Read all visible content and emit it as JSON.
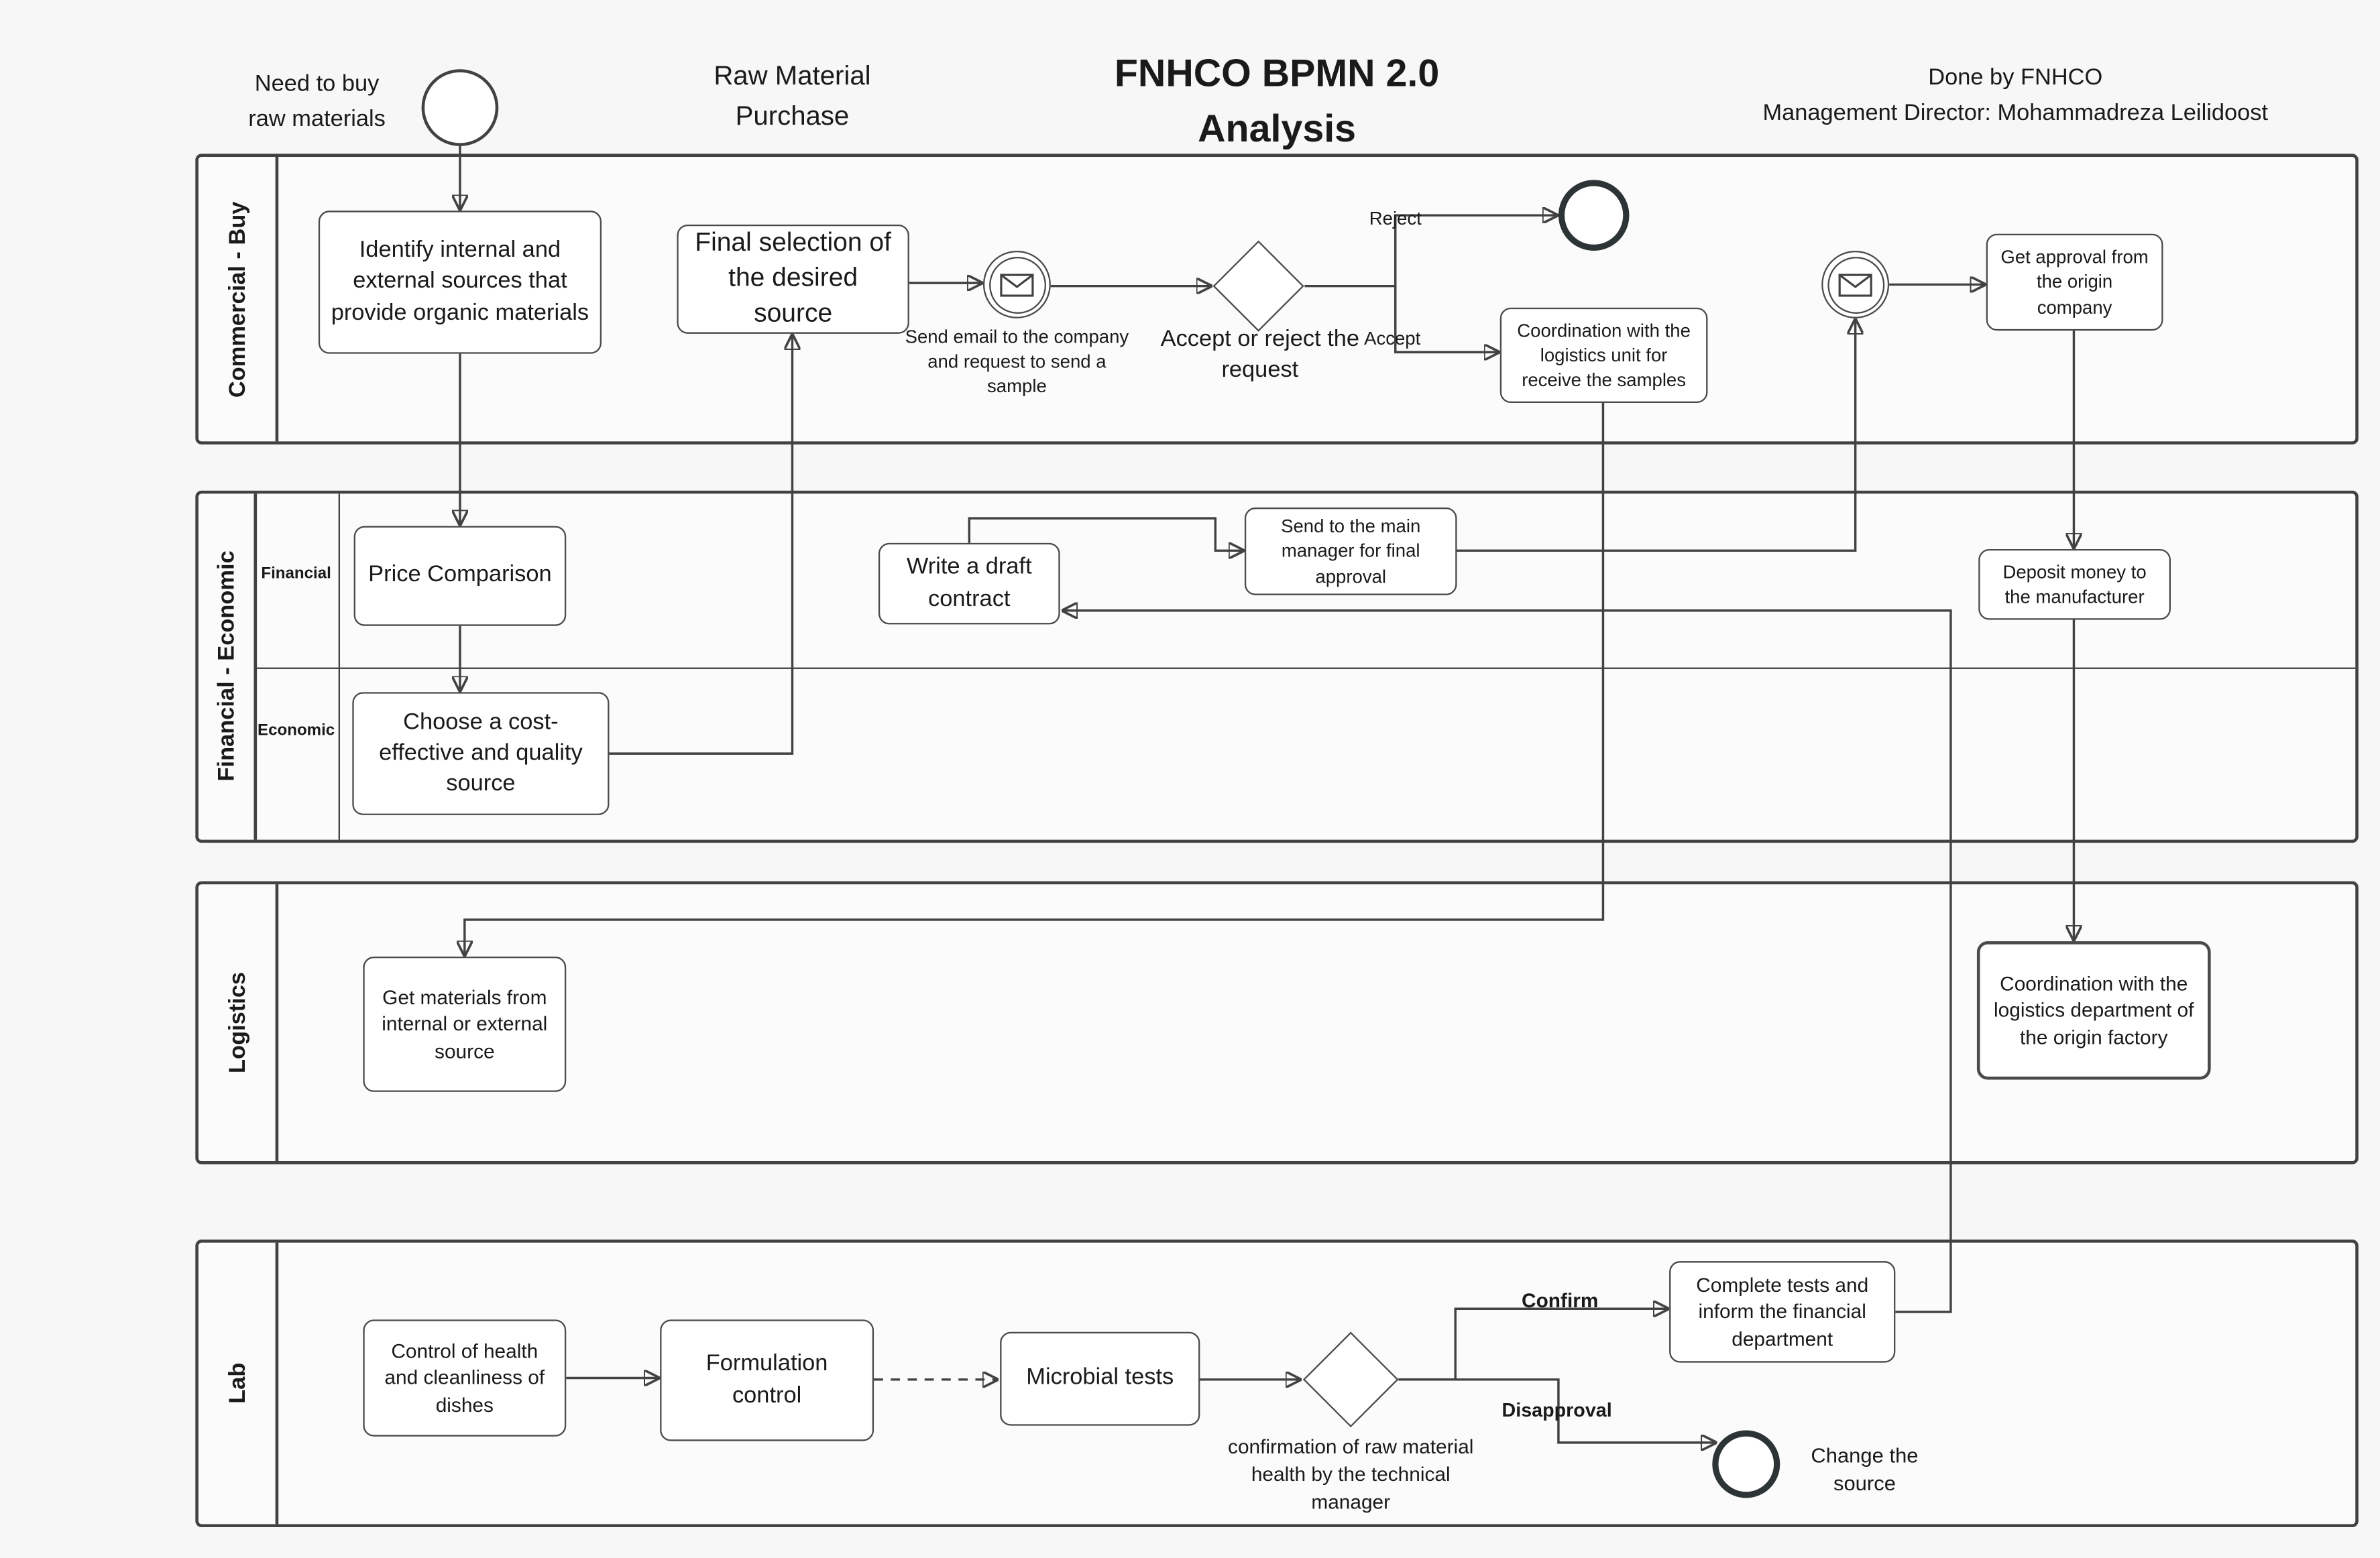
{
  "header": {
    "start_note": "Need to buy\nraw materials",
    "subtitle": "Raw Material\nPurchase",
    "title_line1": "FNHCO BPMN 2.0",
    "title_line2": "Analysis",
    "credit_line1": "Done by FNHCO",
    "credit_line2": "Management Director: Mohammadreza Leilidoost"
  },
  "lanes": {
    "commercial": "Commercial - Buy",
    "financial_economic": "Financial - Economic",
    "financial_sub": "Financial",
    "economic_sub": "Economic",
    "logistics": "Logistics",
    "lab": "Lab"
  },
  "tasks": {
    "identify": "Identify internal and external sources that provide organic materials",
    "final_selection": "Final selection of the desired source",
    "coordination_unit": "Coordination with the logistics unit for receive the samples",
    "get_approval": "Get approval from the origin company",
    "price_comparison": "Price Comparison",
    "write_draft": "Write a draft contract",
    "send_manager": "Send to the main manager for final approval",
    "deposit_money": "Deposit money to the manufacturer",
    "choose_source": "Choose a cost-effective and quality source",
    "get_materials": "Get materials from internal or external source",
    "coordination_dept": "Coordination with the logistics department of the origin factory",
    "control_health": "Control of health and cleanliness of dishes",
    "formulation": "Formulation control",
    "microbial": "Microbial tests",
    "complete_tests": "Complete tests and inform the financial department"
  },
  "edge_labels": {
    "send_email": "Send email to the company and request to send a sample",
    "accept_reject": "Accept or reject the request",
    "reject": "Reject",
    "accept": "Accept",
    "confirm": "Confirm",
    "disapproval": "Disapproval",
    "confirmation": "confirmation of raw material health by the technical manager",
    "change_source": "Change the source"
  },
  "colors": {
    "stroke": "#424242",
    "background": "#f7f7f7",
    "shape_fill": "#ffffff",
    "text": "#1a1a1a"
  }
}
